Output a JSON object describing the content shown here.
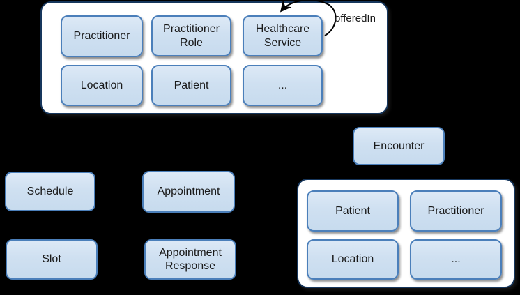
{
  "colors": {
    "background": "#000000",
    "container_fill": "#ffffff",
    "container_border": "#16365c",
    "node_fill": "#cfe0f1",
    "node_border": "#4b7fba",
    "text": "#1a1a1a",
    "arrow": "#000000"
  },
  "top_group": {
    "self_loop_label": "offeredIn",
    "nodes": [
      {
        "id": "practitioner",
        "label": "Practitioner"
      },
      {
        "id": "practitioner-role",
        "label": "Practitioner\nRole"
      },
      {
        "id": "healthcare-service",
        "label": "Healthcare\nService"
      },
      {
        "id": "location",
        "label": "Location"
      },
      {
        "id": "patient",
        "label": "Patient"
      },
      {
        "id": "more",
        "label": "..."
      }
    ]
  },
  "standalone_nodes": [
    {
      "id": "schedule",
      "label": "Schedule"
    },
    {
      "id": "appointment",
      "label": "Appointment"
    },
    {
      "id": "encounter",
      "label": "Encounter"
    },
    {
      "id": "slot",
      "label": "Slot"
    },
    {
      "id": "appointment-response",
      "label": "Appointment\nResponse"
    }
  ],
  "encounter_group": {
    "nodes": [
      {
        "id": "patient",
        "label": "Patient"
      },
      {
        "id": "practitioner",
        "label": "Practitioner"
      },
      {
        "id": "location",
        "label": "Location"
      },
      {
        "id": "more",
        "label": "..."
      }
    ]
  }
}
